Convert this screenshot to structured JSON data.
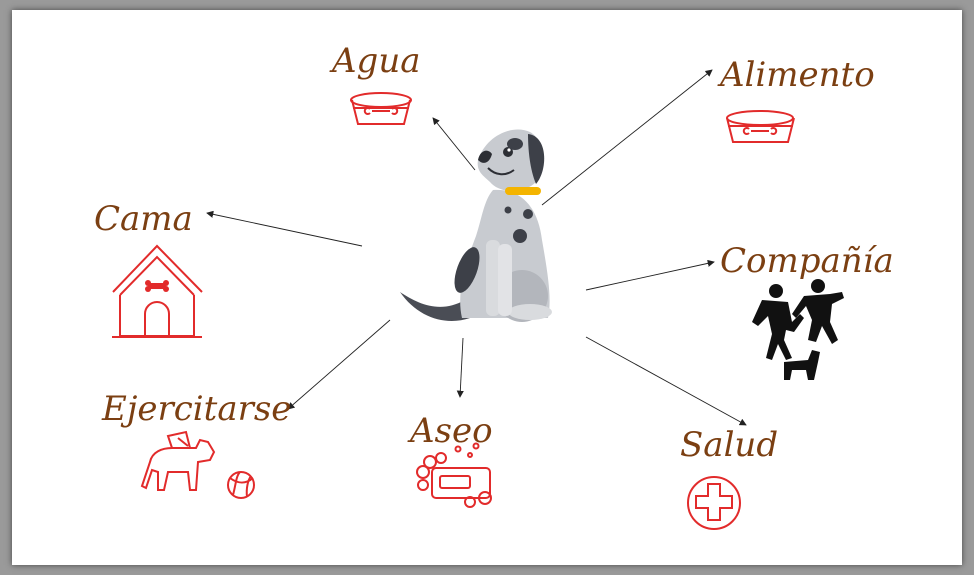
{
  "center": {
    "icon": "dog-icon"
  },
  "needs": [
    {
      "id": "agua",
      "label": "Agua",
      "icon": "water-bowl-icon"
    },
    {
      "id": "alimento",
      "label": "Alimento",
      "icon": "food-bowl-icon"
    },
    {
      "id": "cama",
      "label": "Cama",
      "icon": "doghouse-icon"
    },
    {
      "id": "compania",
      "label": "Compañía",
      "icon": "people-with-dog-icon"
    },
    {
      "id": "ejercitarse",
      "label": "Ejercitarse",
      "icon": "dog-and-ball-icon"
    },
    {
      "id": "aseo",
      "label": "Aseo",
      "icon": "soap-bubbles-icon"
    },
    {
      "id": "salud",
      "label": "Salud",
      "icon": "medical-cross-icon"
    }
  ],
  "colors": {
    "label": "#7b3f12",
    "icon": "#e22b2b",
    "arrow": "#222222"
  }
}
